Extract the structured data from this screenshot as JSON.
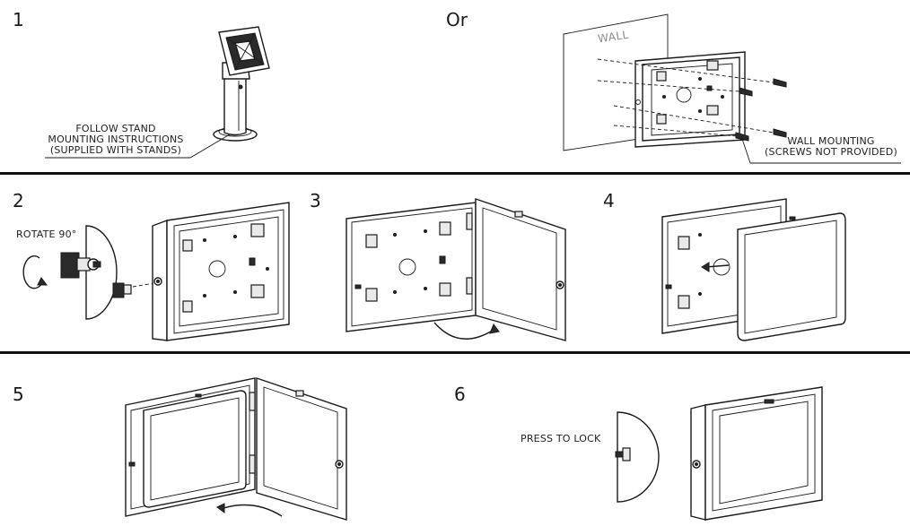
{
  "steps": {
    "s1": "1",
    "or": "Or",
    "s2": "2",
    "s3": "3",
    "s4": "4",
    "s5": "5",
    "s6": "6"
  },
  "labels": {
    "stand_line1": "FOLLOW STAND",
    "stand_line2": "MOUNTING INSTRUCTIONS",
    "stand_line3": "(SUPPLIED WITH STANDS)",
    "wall": "WALL",
    "wall_mount_line1": "WALL MOUNTING",
    "wall_mount_line2": "(SCREWS NOT PROVIDED)",
    "rotate": "ROTATE 90°",
    "press_lock": "PRESS TO LOCK"
  }
}
